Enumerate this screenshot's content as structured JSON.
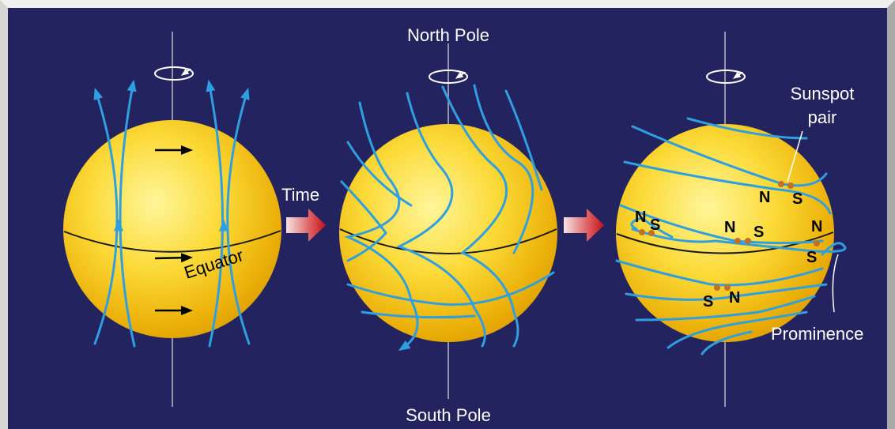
{
  "labels": {
    "north_pole": "North Pole",
    "south_pole": "South Pole",
    "time": "Time",
    "equator": "Equator",
    "sunspot_pair_line1": "Sunspot",
    "sunspot_pair_line2": "pair",
    "prominence": "Prominence"
  },
  "polarity_marks": [
    {
      "id": "pair1-n",
      "text": "N"
    },
    {
      "id": "pair1-s",
      "text": "S"
    },
    {
      "id": "pair2-n",
      "text": "N"
    },
    {
      "id": "pair2-s",
      "text": "S"
    },
    {
      "id": "pair3-n",
      "text": "N"
    },
    {
      "id": "pair3-s",
      "text": "S"
    },
    {
      "id": "pair4-n",
      "text": "N"
    },
    {
      "id": "pair4-s",
      "text": "S"
    },
    {
      "id": "pair5-s",
      "text": "S"
    },
    {
      "id": "pair5-n",
      "text": "N"
    }
  ],
  "colors": {
    "background": "#232360",
    "field_line": "#2f9fe0",
    "sun_light": "#fff27a",
    "sun_dark": "#e9a800",
    "arrow": "#d8121e"
  }
}
